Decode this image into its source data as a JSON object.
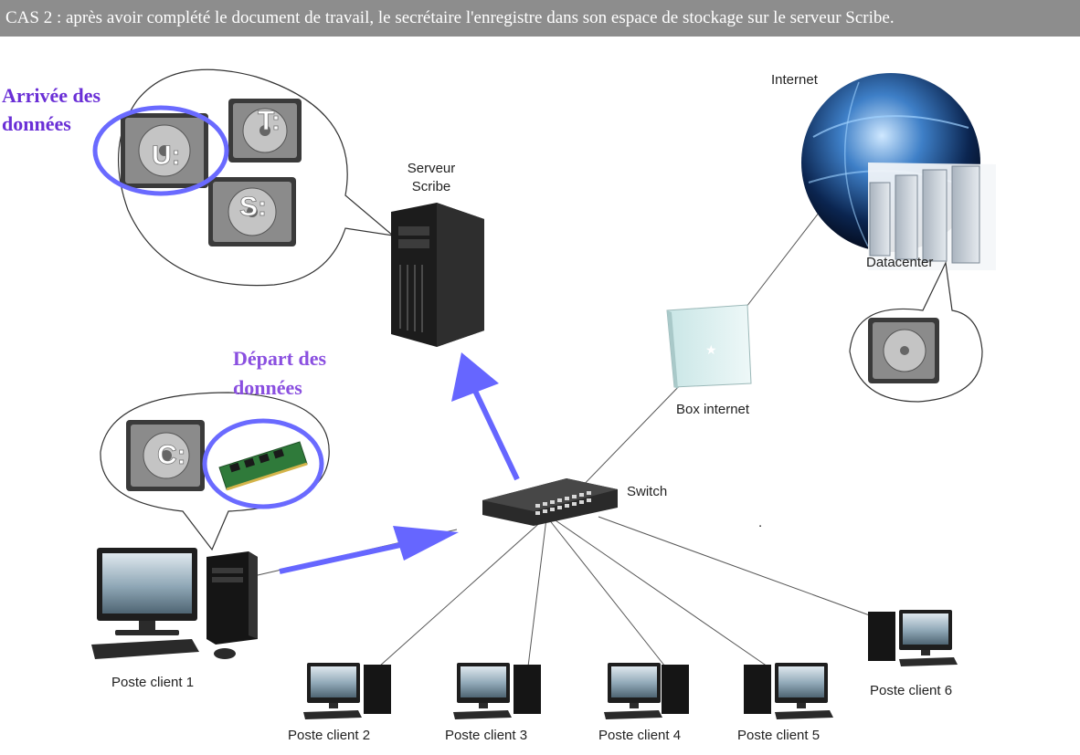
{
  "banner": "CAS 2 : après avoir complété le document de travail, le secrétaire l'enregistre dans son espace de stockage sur le serveur Scribe.",
  "labels": {
    "arrival_line1": "Arrivée des",
    "arrival_line2": "données",
    "departure_line1": "Départ des",
    "departure_line2": "données",
    "server_line1": "Serveur",
    "server_line2": "Scribe",
    "internet": "Internet",
    "datacenter": "Datacenter",
    "box": "Box internet",
    "switch": "Switch",
    "client1": "Poste client 1",
    "client2": "Poste client 2",
    "client3": "Poste client 3",
    "client4": "Poste client 4",
    "client5": "Poste client 5",
    "client6": "Poste client 6"
  },
  "drives": {
    "u": "U:",
    "t": "T:",
    "s": "S:",
    "c": "C:"
  },
  "colors": {
    "arrow": "#6666ff",
    "highlight": "#6a6aff",
    "arrival_text": "#6a2fd6",
    "departure_text": "#8a4fe0",
    "banner": "#8d8d8d"
  }
}
